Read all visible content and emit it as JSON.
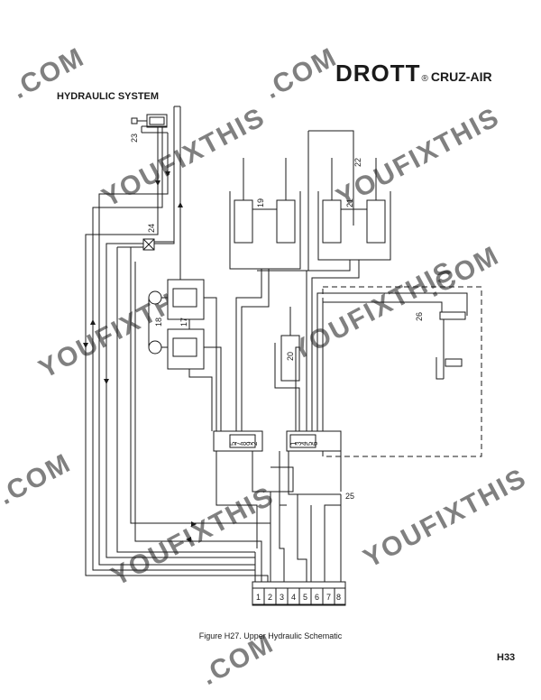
{
  "header": {
    "brand": "DROTT",
    "brand_mark": "®",
    "model": "CRUZ-AIR",
    "section_title": "HYDRAULIC SYSTEM"
  },
  "diagram": {
    "labels": {
      "item_17": "17",
      "item_18": "18",
      "item_19": "19",
      "item_20": "20",
      "item_21": "21",
      "item_22": "22",
      "item_23": "23",
      "item_24": "24",
      "item_25": "25",
      "item_26": "26"
    },
    "valve_left_ports": [
      "5",
      "7",
      "8",
      "9",
      "2"
    ],
    "valve_right_ports": [
      "1",
      "3",
      "4",
      "5",
      "6"
    ],
    "manifold_ports": [
      "1",
      "2",
      "3",
      "4",
      "5",
      "6",
      "7",
      "8"
    ]
  },
  "watermark": "YOUFIXTHIS",
  "watermark_short": ".COM",
  "caption": "Figure H27. Upper Hydraulic Schematic",
  "page_number": "H33"
}
